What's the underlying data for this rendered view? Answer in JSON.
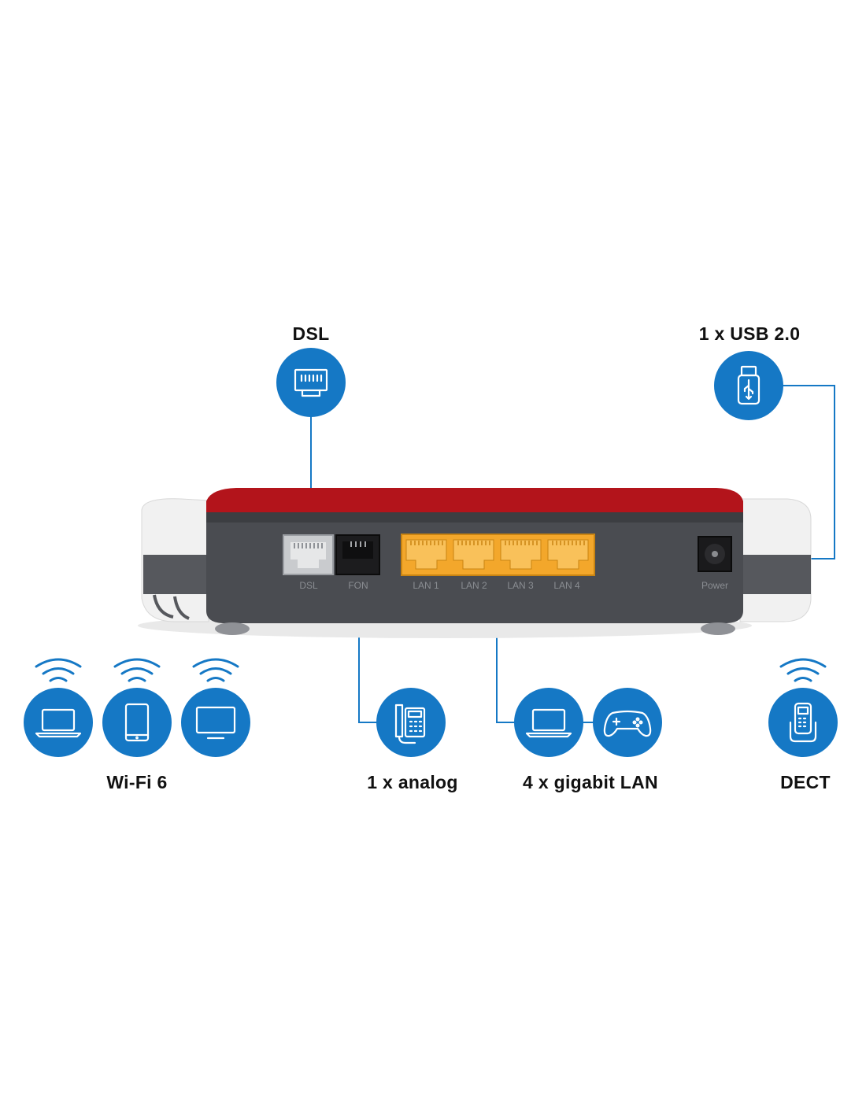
{
  "labels": {
    "dsl": "DSL",
    "usb": "1 x USB 2.0",
    "wifi": "Wi-Fi 6",
    "analog": "1 x analog",
    "lan": "4 x gigabit LAN",
    "dect": "DECT"
  },
  "ports": {
    "dsl": "DSL",
    "fon": "FON",
    "lan1": "LAN 1",
    "lan2": "LAN 2",
    "lan3": "LAN 3",
    "lan4": "LAN 4",
    "power": "Power"
  },
  "colors": {
    "accent": "#1578c5",
    "router_body": "#4a4c51",
    "router_top": "#b3141b",
    "lan_port": "#f3a72b",
    "white_cap": "#f2f2f2"
  },
  "icons": {
    "dsl": "ethernet-port-icon",
    "usb": "usb-stick-icon",
    "wifi_devices": [
      "laptop-icon",
      "tablet-icon",
      "monitor-icon"
    ],
    "analog": "desk-phone-icon",
    "lan_devices": [
      "laptop-icon",
      "gamepad-icon"
    ],
    "dect": "cordless-phone-icon"
  }
}
